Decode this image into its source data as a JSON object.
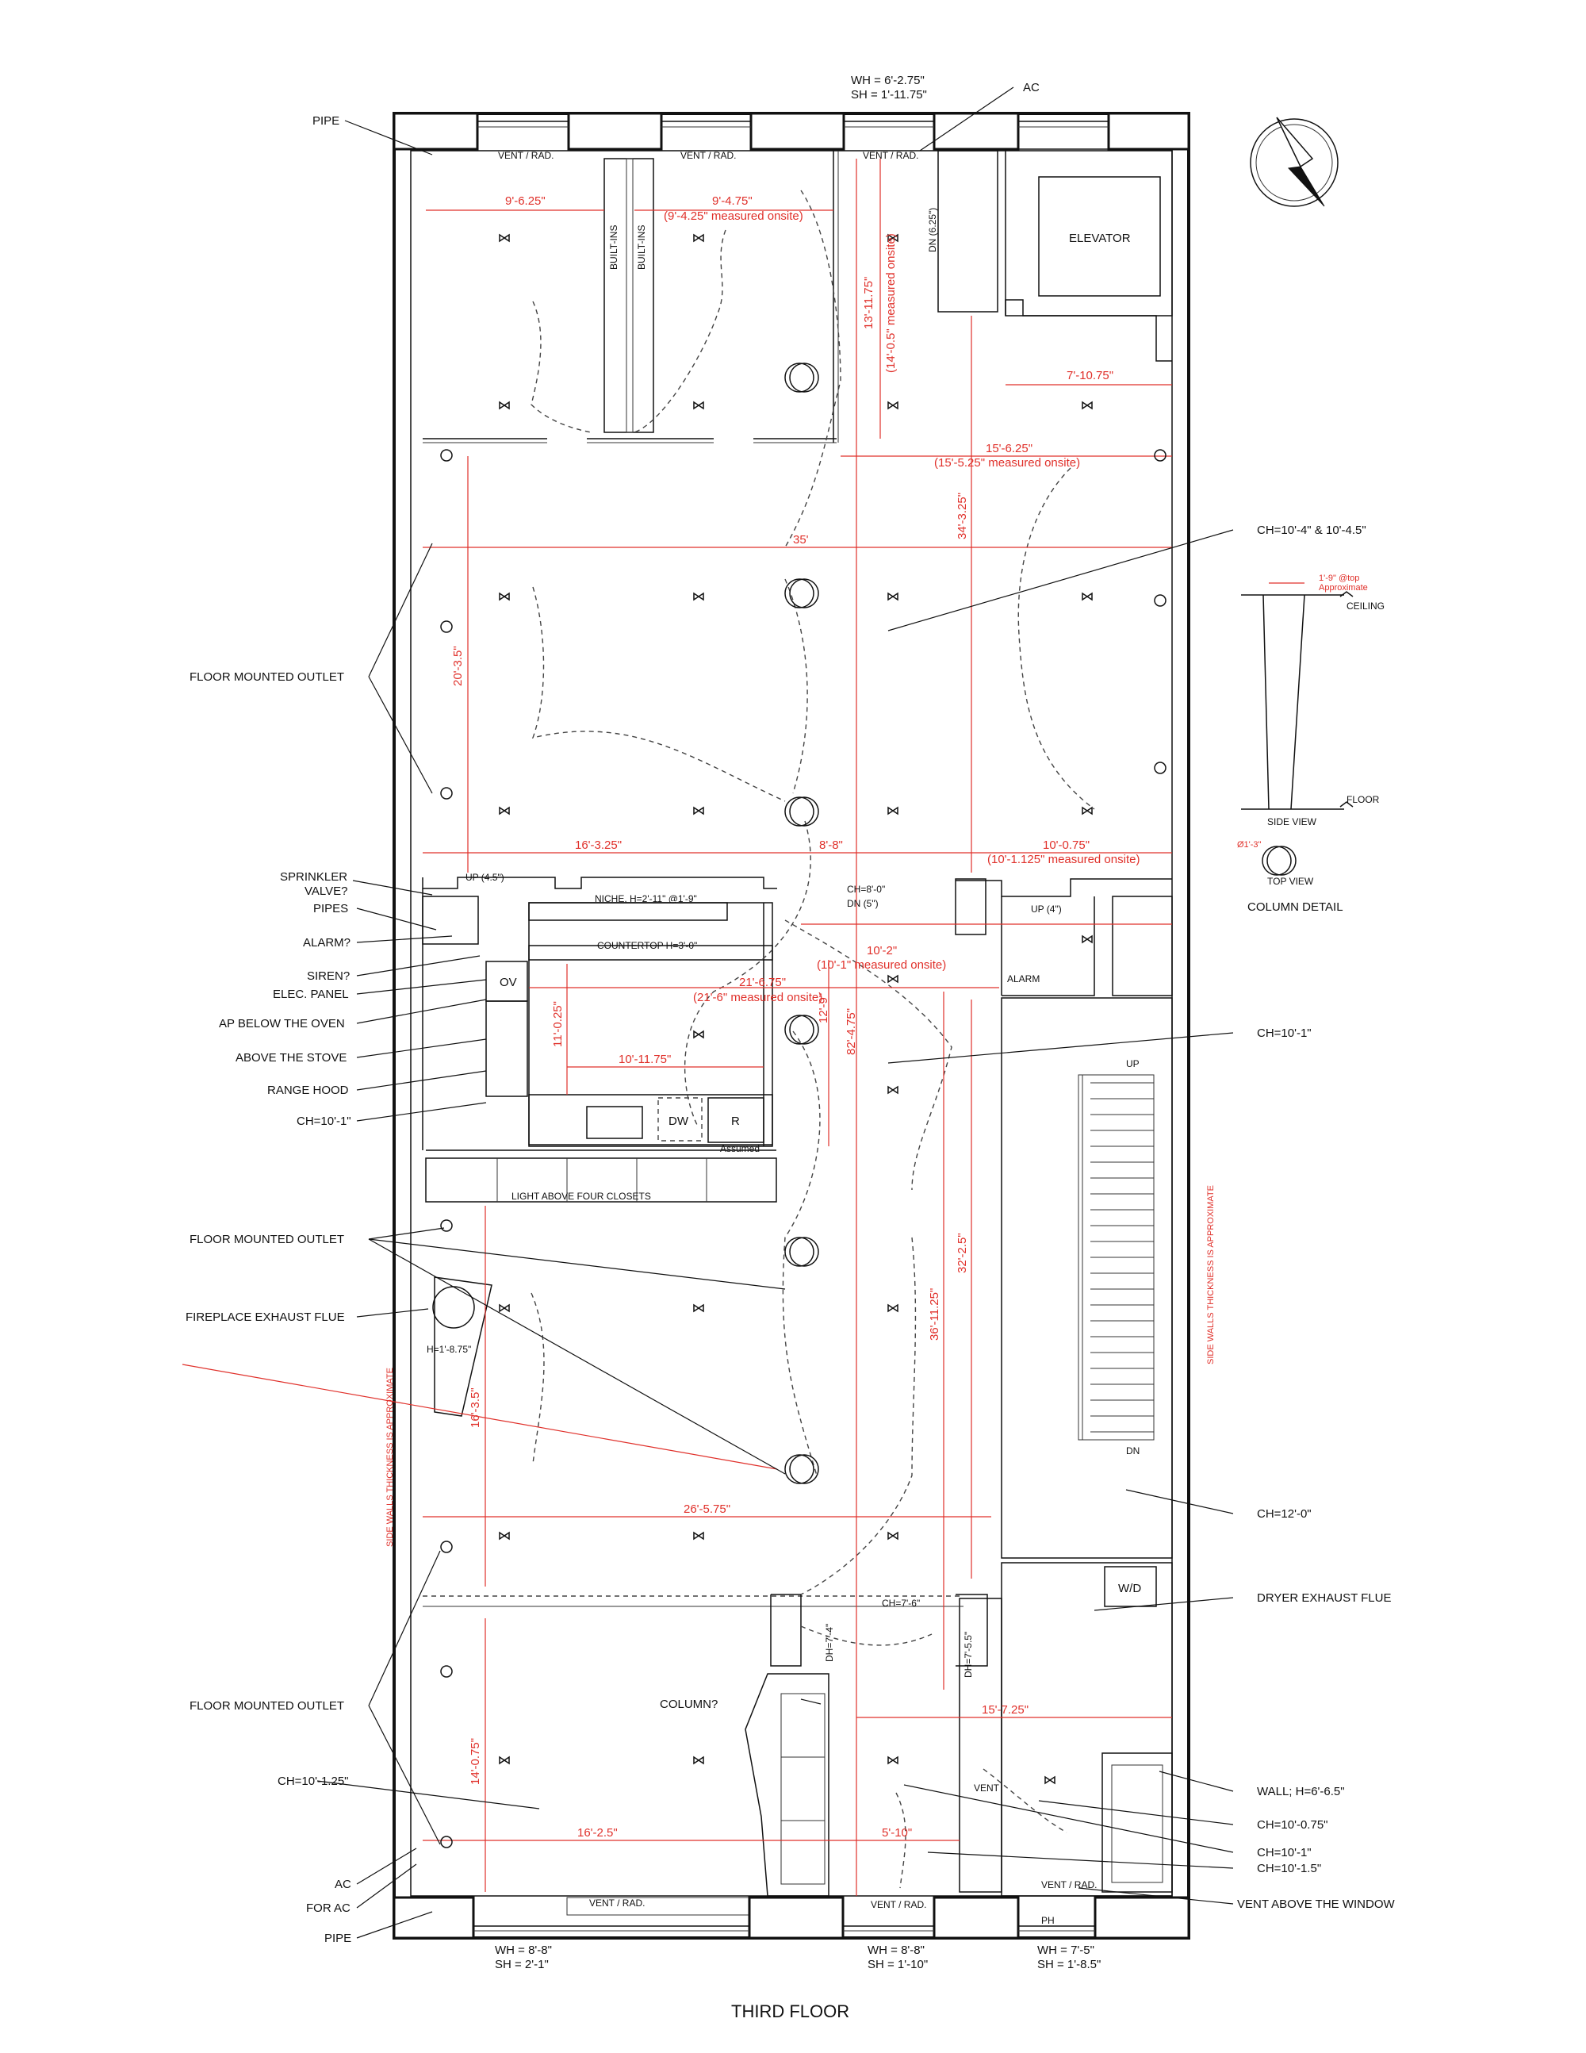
{
  "drawing": {
    "title": "THIRD FLOOR",
    "colors": {
      "line": "#111111",
      "dimension": "#e0302a",
      "background": "#ffffff"
    }
  },
  "window_heights": {
    "top": "WH = 6'-2.75\"",
    "top_sill": "SH = 1'-11.75\"",
    "bottom_left": "WH = 8'-8\"",
    "bottom_left_sill": "SH = 2'-1\"",
    "bottom_mid": "WH = 8'-8\"",
    "bottom_mid_sill": "SH = 1'-10\"",
    "bottom_right": "WH = 7'-5\"",
    "bottom_right_sill": "SH = 1'-8.5\""
  },
  "left_labels": {
    "pipe_top": "PIPE",
    "floor_outlet_1": "FLOOR MOUNTED OUTLET",
    "sprinkler_1": "SPRINKLER",
    "sprinkler_2": "VALVE?",
    "pipes": "PIPES",
    "alarm": "ALARM?",
    "siren": "SIREN?",
    "elec_panel": "ELEC. PANEL",
    "ap_below_oven": "AP BELOW THE OVEN",
    "above_stove": "ABOVE THE STOVE",
    "range_hood": "RANGE HOOD",
    "ch_kitchen": "CH=10'-1\"",
    "floor_outlet_2": "FLOOR MOUNTED OUTLET",
    "fireplace": "FIREPLACE EXHAUST FLUE",
    "floor_outlet_3": "FLOOR MOUNTED OUTLET",
    "ch_front": "CH=10'-1.25\"",
    "ac": "AC",
    "for_ac": "FOR AC",
    "pipe_bottom": "PIPE"
  },
  "right_labels": {
    "ac_top": "AC",
    "ch_main": "CH=10'-4\" & 10'-4.5\"",
    "ch_hall": "CH=10'-1\"",
    "ch_stair": "CH=12'-0\"",
    "dryer": "DRYER EXHAUST FLUE",
    "wall_h": "WALL; H=6'-6.5\"",
    "ch_bath1": "CH=10'-0.75\"",
    "ch_bath2": "CH=10'-1\"",
    "ch_bath3": "CH=10'-1.5\"",
    "vent_window": "VENT ABOVE THE WINDOW"
  },
  "rooms": {
    "elevator": "ELEVATOR",
    "built_ins_1": "BUILT-INS",
    "built_ins_2": "BUILT-INS",
    "dn_625": "DN (6.25\")",
    "niche": "NICHE, H=2'-11\" @1'-9\"",
    "countertop": "COUNTERTOP H=3'-0\"",
    "ov": "OV",
    "dw": "DW",
    "r": "R",
    "assumed": "Assumed",
    "light_closets": "LIGHT ABOVE FOUR CLOSETS",
    "up_45": "UP (4.5\")",
    "up_4": "UP (4\")",
    "ch_8": "CH=8'-0\"",
    "dn_5": "DN (5\")",
    "alarm": "ALARM",
    "stair_up": "UP",
    "stair_dn": "DN",
    "wd": "W/D",
    "fireplace_h": "H=1'-8.75\"",
    "dh_74": "DH=7'-4\"",
    "dh_755": "DH=7'-5.5\"",
    "ch_76": "CH=7'-6\"",
    "column_q": "COLUMN?",
    "ph": "PH",
    "vent_sm": "VENT",
    "side_walls_left": "SIDE WALLS THICKNESS IS APPROXIMATE",
    "side_walls_right": "SIDE WALLS THICKNESS IS APPROXIMATE"
  },
  "vents": {
    "v1": "VENT / RAD.",
    "v2": "VENT / RAD.",
    "v3": "VENT / RAD.",
    "v4": "VENT / RAD.",
    "v5": "VENT / RAD.",
    "v6": "VENT / RAD."
  },
  "dimensions": {
    "d1": "9'-6.25\"",
    "d2": "9'-4.75\"",
    "d2b": "(9'-4.25\" measured onsite)",
    "d3": "13'-11.75\"",
    "d3b": "(14'-0.5\" measured onsite)",
    "d4": "7'-10.75\"",
    "d5": "15'-6.25\"",
    "d5b": "(15'-5.25\" measured onsite)",
    "d6": "35'",
    "d7": "34'-3.25\"",
    "d8": "20'-3.5\"",
    "d9": "16'-3.25\"",
    "d10": "8'-8\"",
    "d11": "10'-0.75\"",
    "d11b": "(10'-1.125\" measured onsite)",
    "d12": "10'-2\"",
    "d12b": "(10'-1\" measured onsite)",
    "d13": "21'-6.75\"",
    "d13b": "(21'-6\" measured onsite)",
    "d14": "11'-0.25\"",
    "d15": "10'-11.75\"",
    "d16": "12'-9\"",
    "d17": "82'-4.75\"",
    "d18": "32'-2.5\"",
    "d19": "36'-11.25\"",
    "d20": "16'-3.5\"",
    "d21": "26'-5.75\"",
    "d22": "15'-7.25\"",
    "d23": "14'-0.75\"",
    "d24": "16'-2.5\"",
    "d25": "5'-10\""
  },
  "column_detail": {
    "title": "COLUMN DETAIL",
    "ceiling": "CEILING",
    "floor": "FLOOR",
    "side_view": "SIDE VIEW",
    "top_view": "TOP VIEW",
    "note": "1'-9\" @top",
    "note2": "Approximate",
    "dia": "Ø1'-3\""
  }
}
